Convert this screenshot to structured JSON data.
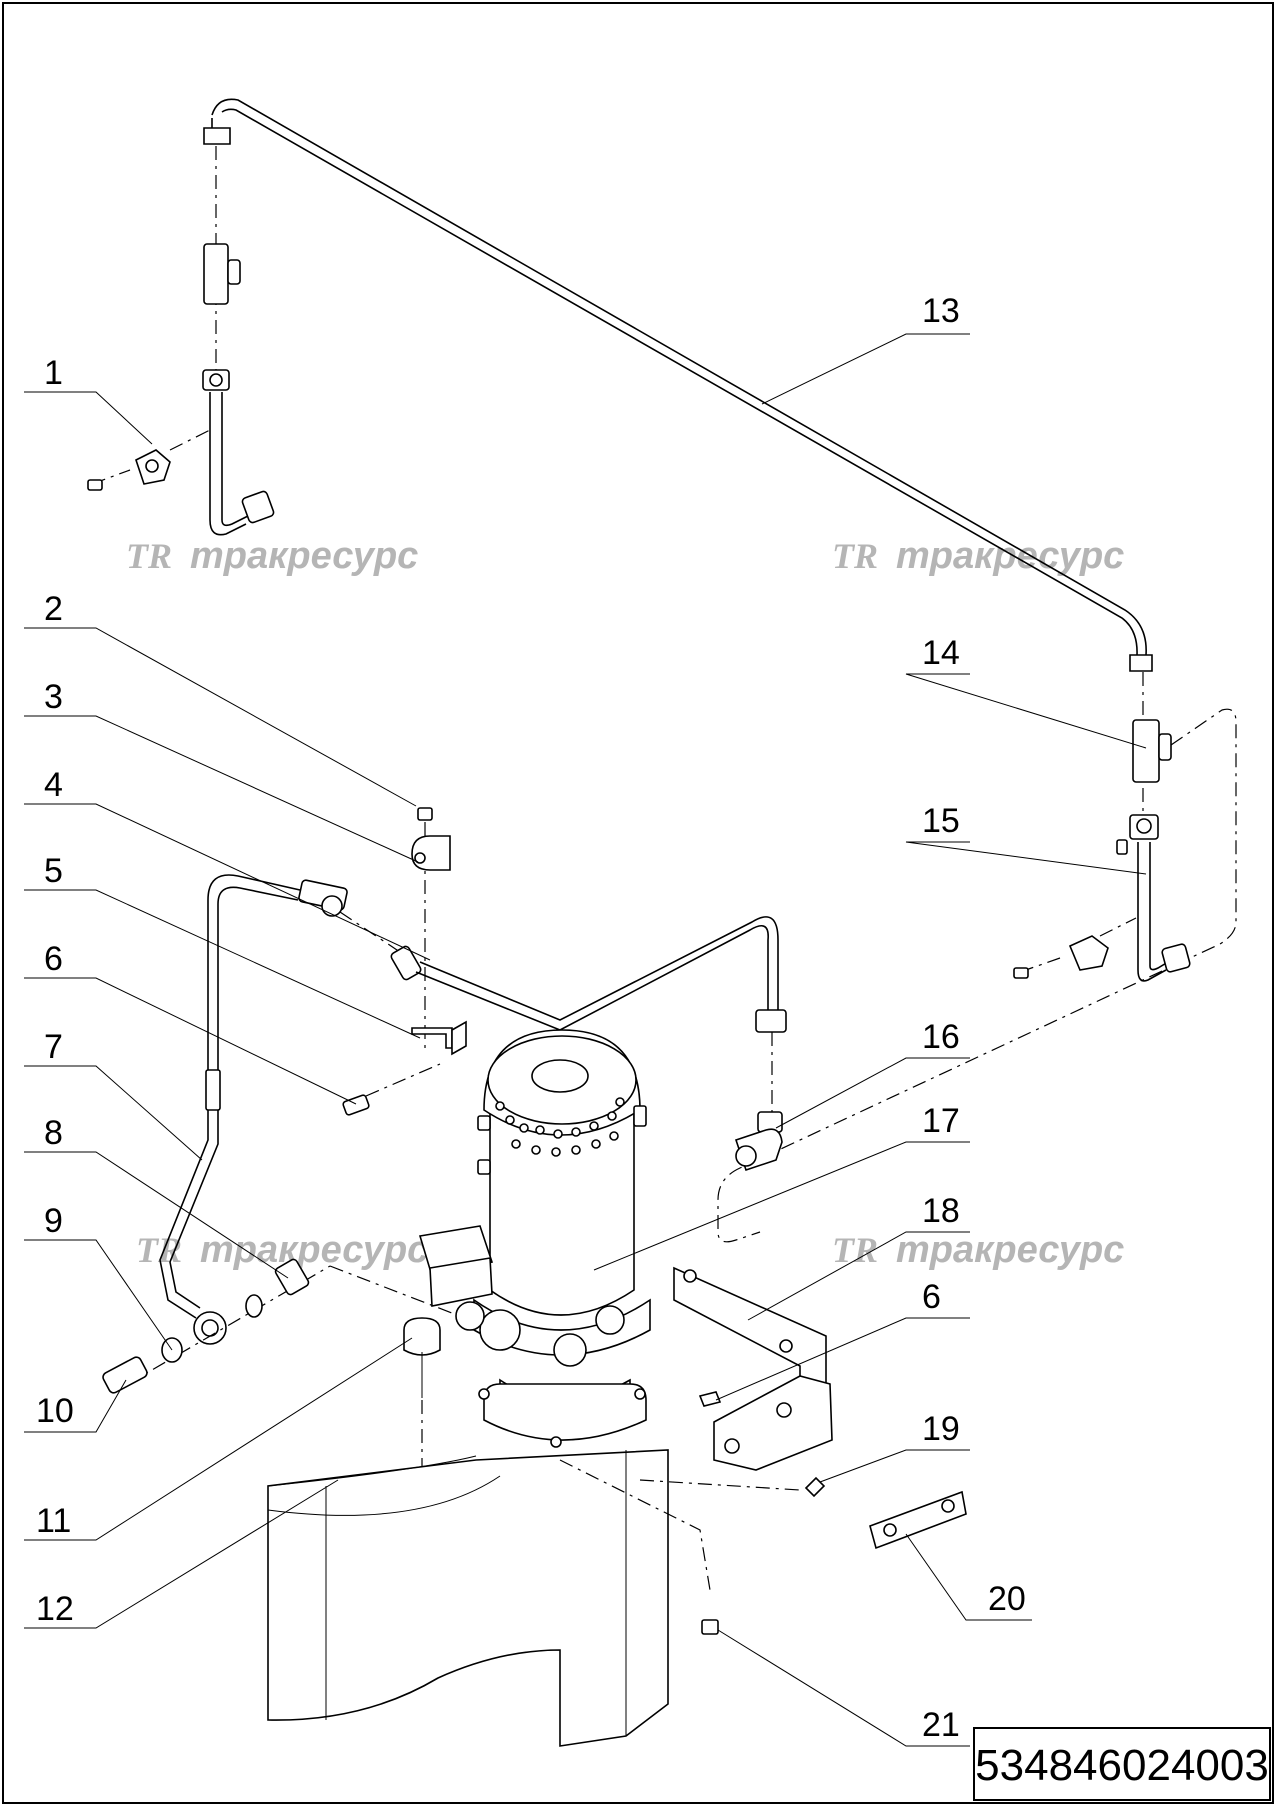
{
  "document_number": "534846024003",
  "watermark": {
    "logo": "TR",
    "text": "тракресурс"
  },
  "callouts": [
    "1",
    "2",
    "3",
    "4",
    "5",
    "6",
    "7",
    "8",
    "9",
    "10",
    "11",
    "12",
    "13",
    "14",
    "15",
    "16",
    "17",
    "18",
    "6",
    "19",
    "20",
    "21"
  ]
}
